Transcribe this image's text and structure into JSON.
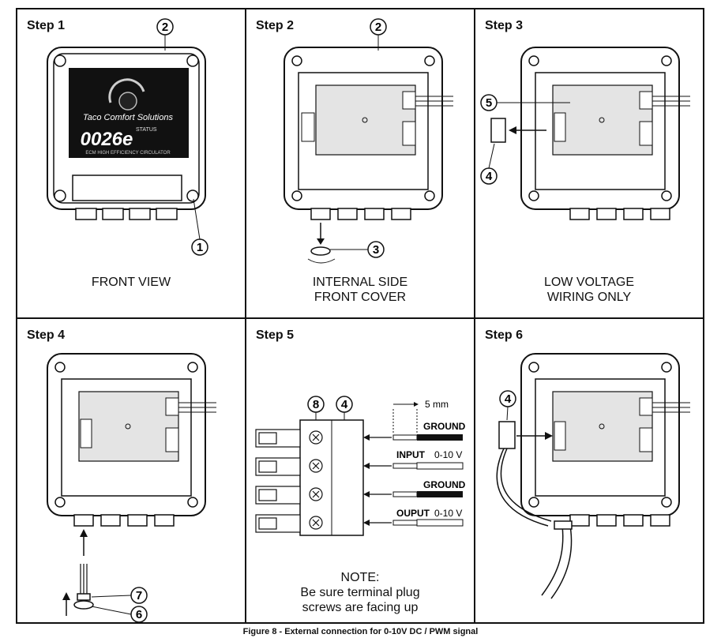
{
  "steps": [
    {
      "title": "Step 1",
      "caption": [
        "FRONT VIEW"
      ],
      "callouts": [
        "1",
        "2"
      ]
    },
    {
      "title": "Step 2",
      "caption": [
        "INTERNAL SIDE",
        "FRONT COVER"
      ],
      "callouts": [
        "2",
        "3"
      ]
    },
    {
      "title": "Step 3",
      "caption": [
        "LOW VOLTAGE",
        "WIRING ONLY"
      ],
      "callouts": [
        "4",
        "5"
      ]
    },
    {
      "title": "Step 4",
      "caption": [],
      "callouts": [
        "6",
        "7"
      ]
    },
    {
      "title": "Step 5",
      "caption": [
        "NOTE:",
        "Be sure terminal plug",
        "screws are facing up"
      ],
      "callouts": [
        "4",
        "8"
      ]
    },
    {
      "title": "Step 6",
      "caption": [],
      "callouts": [
        "4"
      ]
    }
  ],
  "pump_label": {
    "model": "0026e",
    "brand": "Taco Comfort Solutions",
    "sub": "ECM HIGH EFFICIENCY CIRCULATOR",
    "status": "STATUS"
  },
  "wiring": {
    "strip_length": "5 mm",
    "terminals": [
      {
        "label": "GROUND",
        "suffix": ""
      },
      {
        "label": "INPUT",
        "suffix": "0-10 V"
      },
      {
        "label": "GROUND",
        "suffix": ""
      },
      {
        "label": "OUPUT",
        "suffix": "0-10 V"
      }
    ]
  },
  "figure_caption": "Figure 8 - External connection for 0-10V DC / PWM signal"
}
